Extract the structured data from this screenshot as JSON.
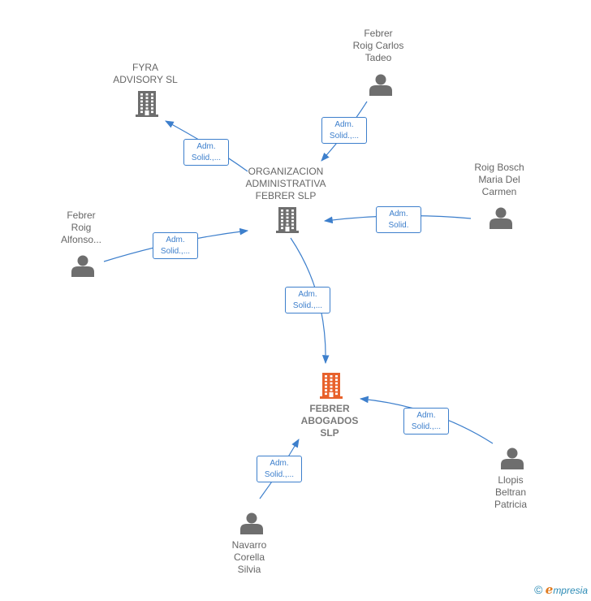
{
  "nodes": [
    {
      "key": "fyra",
      "lines": [
        "FYRA",
        "ADVISORY  SL"
      ],
      "kind": "company",
      "focus": false
    },
    {
      "key": "organizacion",
      "lines": [
        "ORGANIZACION",
        "ADMINISTRATIVA",
        "FEBRER  SLP"
      ],
      "kind": "company",
      "focus": false
    },
    {
      "key": "abogados",
      "lines": [
        "FEBRER",
        "ABOGADOS",
        "SLP"
      ],
      "kind": "company",
      "focus": true
    },
    {
      "key": "carlos",
      "lines": [
        "Febrer",
        "Roig Carlos",
        "Tadeo"
      ],
      "kind": "person",
      "focus": false
    },
    {
      "key": "carmen",
      "lines": [
        "Roig Bosch",
        "Maria Del",
        "Carmen"
      ],
      "kind": "person",
      "focus": false
    },
    {
      "key": "alfonso",
      "lines": [
        "Febrer",
        "Roig",
        "Alfonso..."
      ],
      "kind": "person",
      "focus": false
    },
    {
      "key": "patricia",
      "lines": [
        "Llopis",
        "Beltran",
        "Patricia"
      ],
      "kind": "person",
      "focus": false
    },
    {
      "key": "silvia",
      "lines": [
        "Navarro",
        "Corella",
        "Silvia"
      ],
      "kind": "person",
      "focus": false
    }
  ],
  "edges": [
    {
      "key": "org-fyra",
      "from": "organizacion",
      "to": "fyra",
      "lines": [
        "Adm.",
        "Solid.,..."
      ]
    },
    {
      "key": "carlos-org",
      "from": "carlos",
      "to": "organizacion",
      "lines": [
        "Adm.",
        "Solid.,..."
      ]
    },
    {
      "key": "carmen-org",
      "from": "carmen",
      "to": "organizacion",
      "lines": [
        "Adm.",
        "Solid."
      ]
    },
    {
      "key": "alfonso-org",
      "from": "alfonso",
      "to": "organizacion",
      "lines": [
        "Adm.",
        "Solid.,..."
      ]
    },
    {
      "key": "org-abogados",
      "from": "organizacion",
      "to": "abogados",
      "lines": [
        "Adm.",
        "Solid.,..."
      ]
    },
    {
      "key": "patricia-abogados",
      "from": "patricia",
      "to": "abogados",
      "lines": [
        "Adm.",
        "Solid.,..."
      ]
    },
    {
      "key": "silvia-abogados",
      "from": "silvia",
      "to": "abogados",
      "lines": [
        "Adm.",
        "Solid.,..."
      ]
    }
  ],
  "colors": {
    "edge": "#3d7fcc",
    "node_icon": "#6e6e6e",
    "focus_icon": "#e8622c",
    "label": "#666666"
  },
  "brand": {
    "copyright": "©",
    "initial": "e",
    "rest": "mpresia"
  }
}
